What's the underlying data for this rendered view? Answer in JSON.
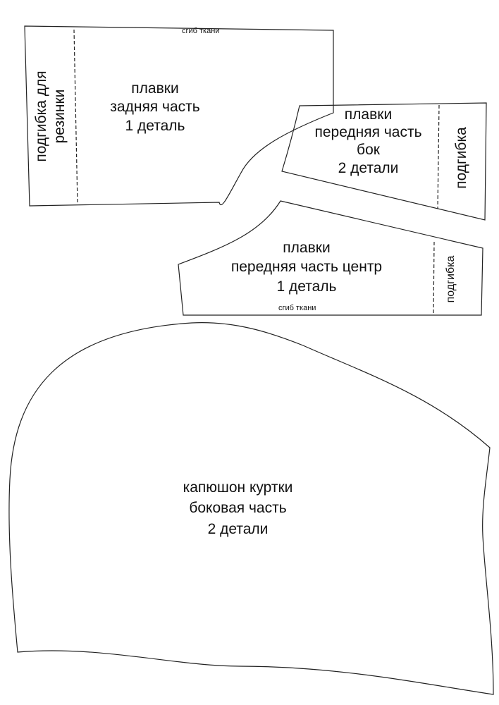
{
  "pieces": [
    {
      "name": "swim-trunks-back",
      "lines": [
        "плавки",
        "задняя часть",
        "1 деталь"
      ],
      "fold_label": "сгиб ткани",
      "hem_label": [
        "подгибка для",
        "резинки"
      ]
    },
    {
      "name": "swim-trunks-front-side",
      "lines": [
        "плавки",
        "передняя часть",
        "бок",
        "2 детали"
      ],
      "hem_label": "подгибка"
    },
    {
      "name": "swim-trunks-front-center",
      "lines": [
        "плавки",
        "передняя часть центр",
        "1 деталь"
      ],
      "fold_label": "сгиб ткани",
      "hem_label": "подгибка"
    },
    {
      "name": "jacket-hood-side",
      "lines": [
        "капюшон куртки",
        "боковая часть",
        "2 детали"
      ]
    }
  ],
  "colors": {
    "outline": "#222222",
    "background": "#ffffff"
  }
}
